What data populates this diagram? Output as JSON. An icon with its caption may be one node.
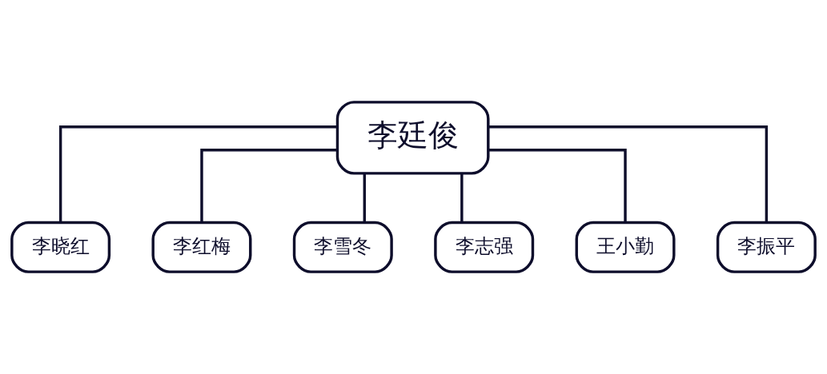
{
  "diagram": {
    "nodes": [
      {
        "text": [
          "李廷俊"
        ]
      },
      {
        "text": [
          "李晓红"
        ]
      },
      {
        "text": [
          "李红梅"
        ]
      },
      {
        "text": [
          "李雪冬"
        ]
      },
      {
        "text": [
          "李志强"
        ]
      },
      {
        "text": [
          "王小勤"
        ]
      },
      {
        "text": [
          "李振平"
        ]
      }
    ],
    "edges": [
      {
        "from": 0,
        "to": 1,
        "arrow": "none"
      },
      {
        "from": 0,
        "to": 2,
        "arrow": "none"
      },
      {
        "from": 0,
        "to": 3,
        "arrow": "none"
      },
      {
        "from": 0,
        "to": 4,
        "arrow": "none"
      },
      {
        "from": 0,
        "to": 5,
        "arrow": "none"
      },
      {
        "from": 0,
        "to": 6,
        "arrow": "none"
      }
    ]
  }
}
